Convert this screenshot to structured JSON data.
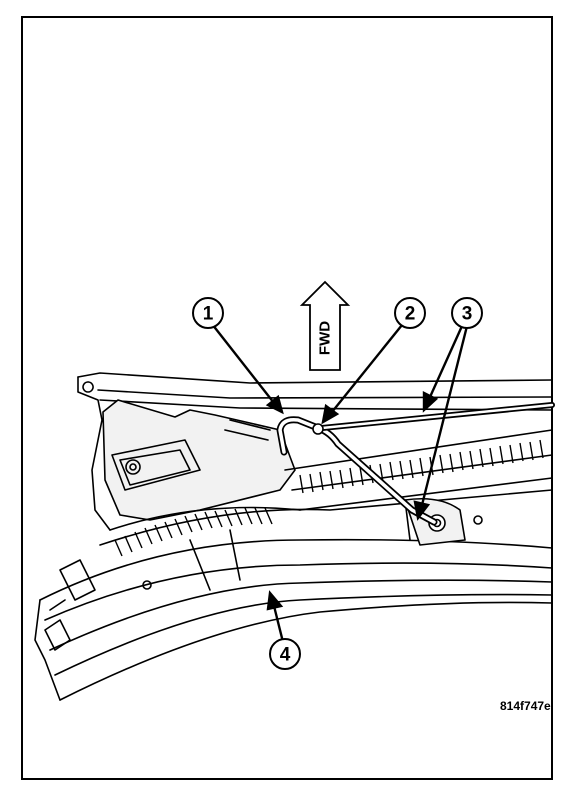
{
  "figure": {
    "id_label": "814f747e",
    "direction_label": "FWD"
  },
  "callouts": [
    {
      "number": "1"
    },
    {
      "number": "2"
    },
    {
      "number": "3"
    },
    {
      "number": "4"
    }
  ],
  "colors": {
    "line": "#000000",
    "background": "#ffffff",
    "shade": "#e6e6e6"
  }
}
